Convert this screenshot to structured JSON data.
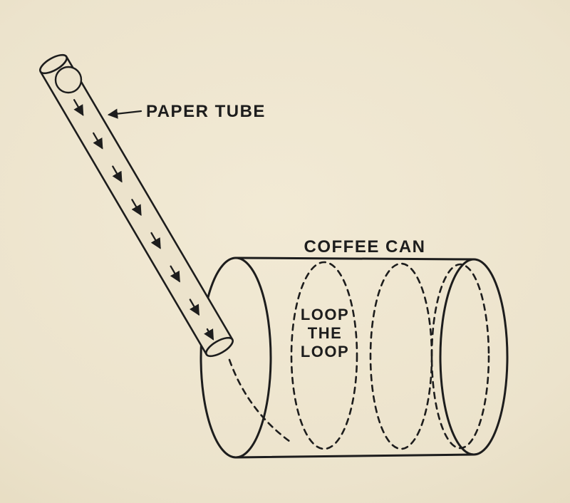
{
  "colors": {
    "paper": "#ece3cc",
    "ink": "#1d1d1d"
  },
  "labels": {
    "paper_tube": "PAPER TUBE",
    "coffee_can": "COFFEE CAN",
    "loop_line1": "LOOP",
    "loop_line2": "THE",
    "loop_line3": "LOOP"
  }
}
